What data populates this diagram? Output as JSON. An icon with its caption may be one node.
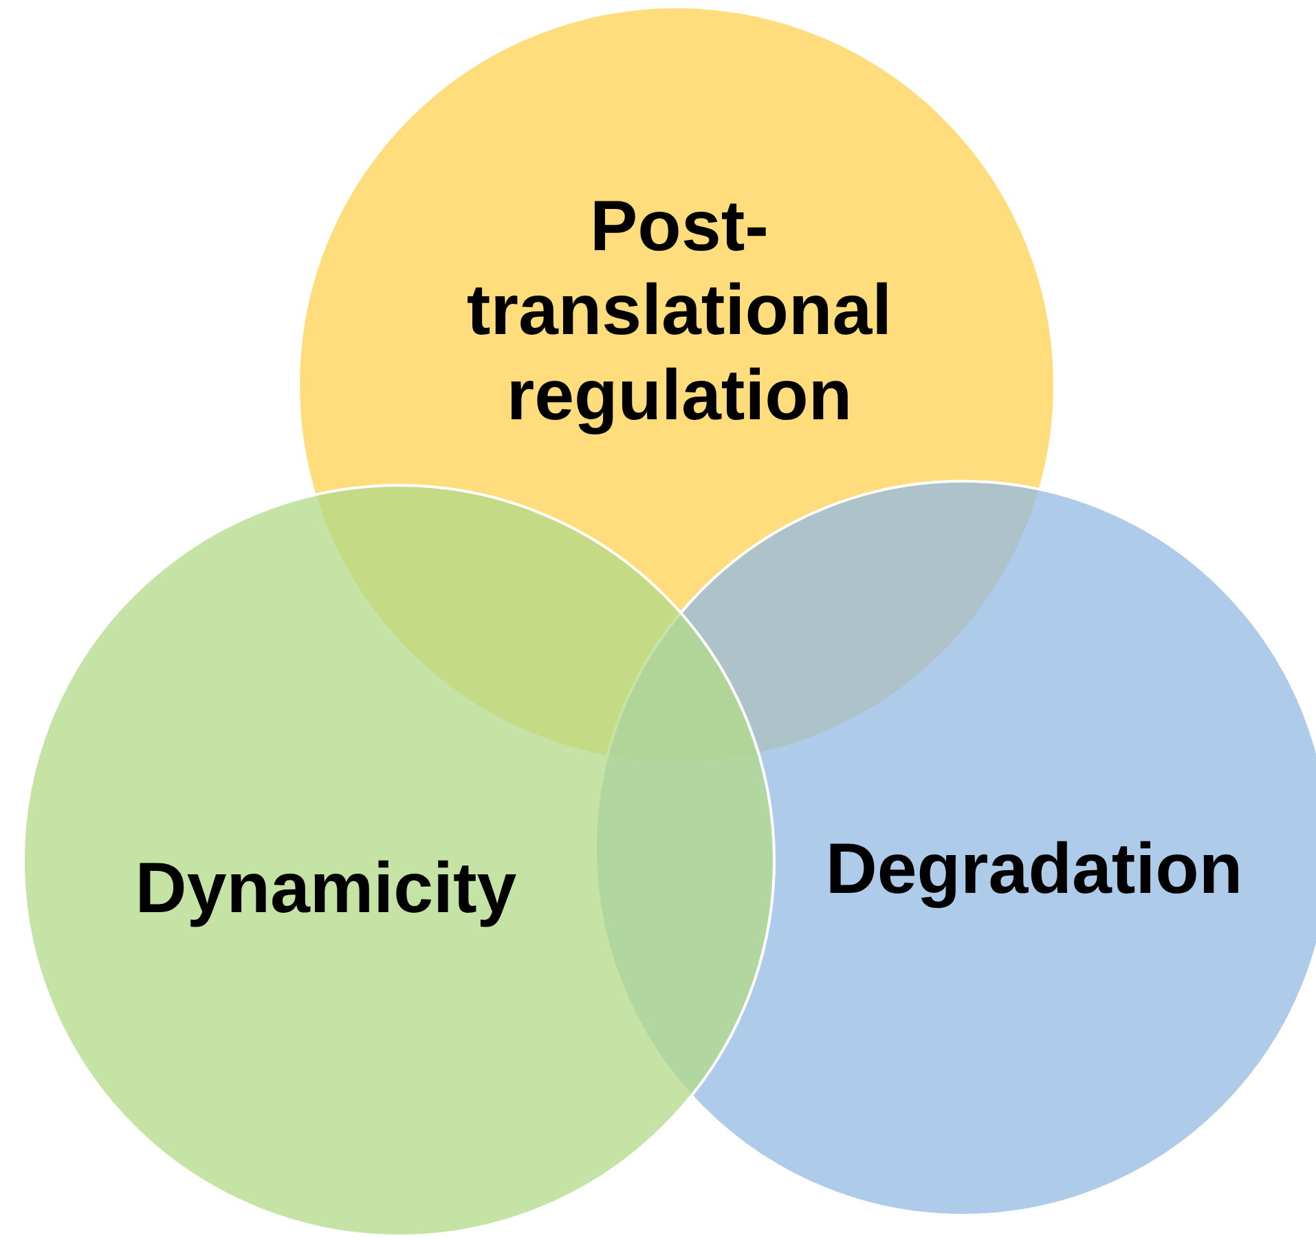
{
  "diagram": {
    "nodes": [
      {
        "text": [
          "Post-translational regulation"
        ]
      },
      {
        "text": [
          "Degradation"
        ]
      },
      {
        "text": [
          "Dynamicity"
        ]
      }
    ]
  }
}
